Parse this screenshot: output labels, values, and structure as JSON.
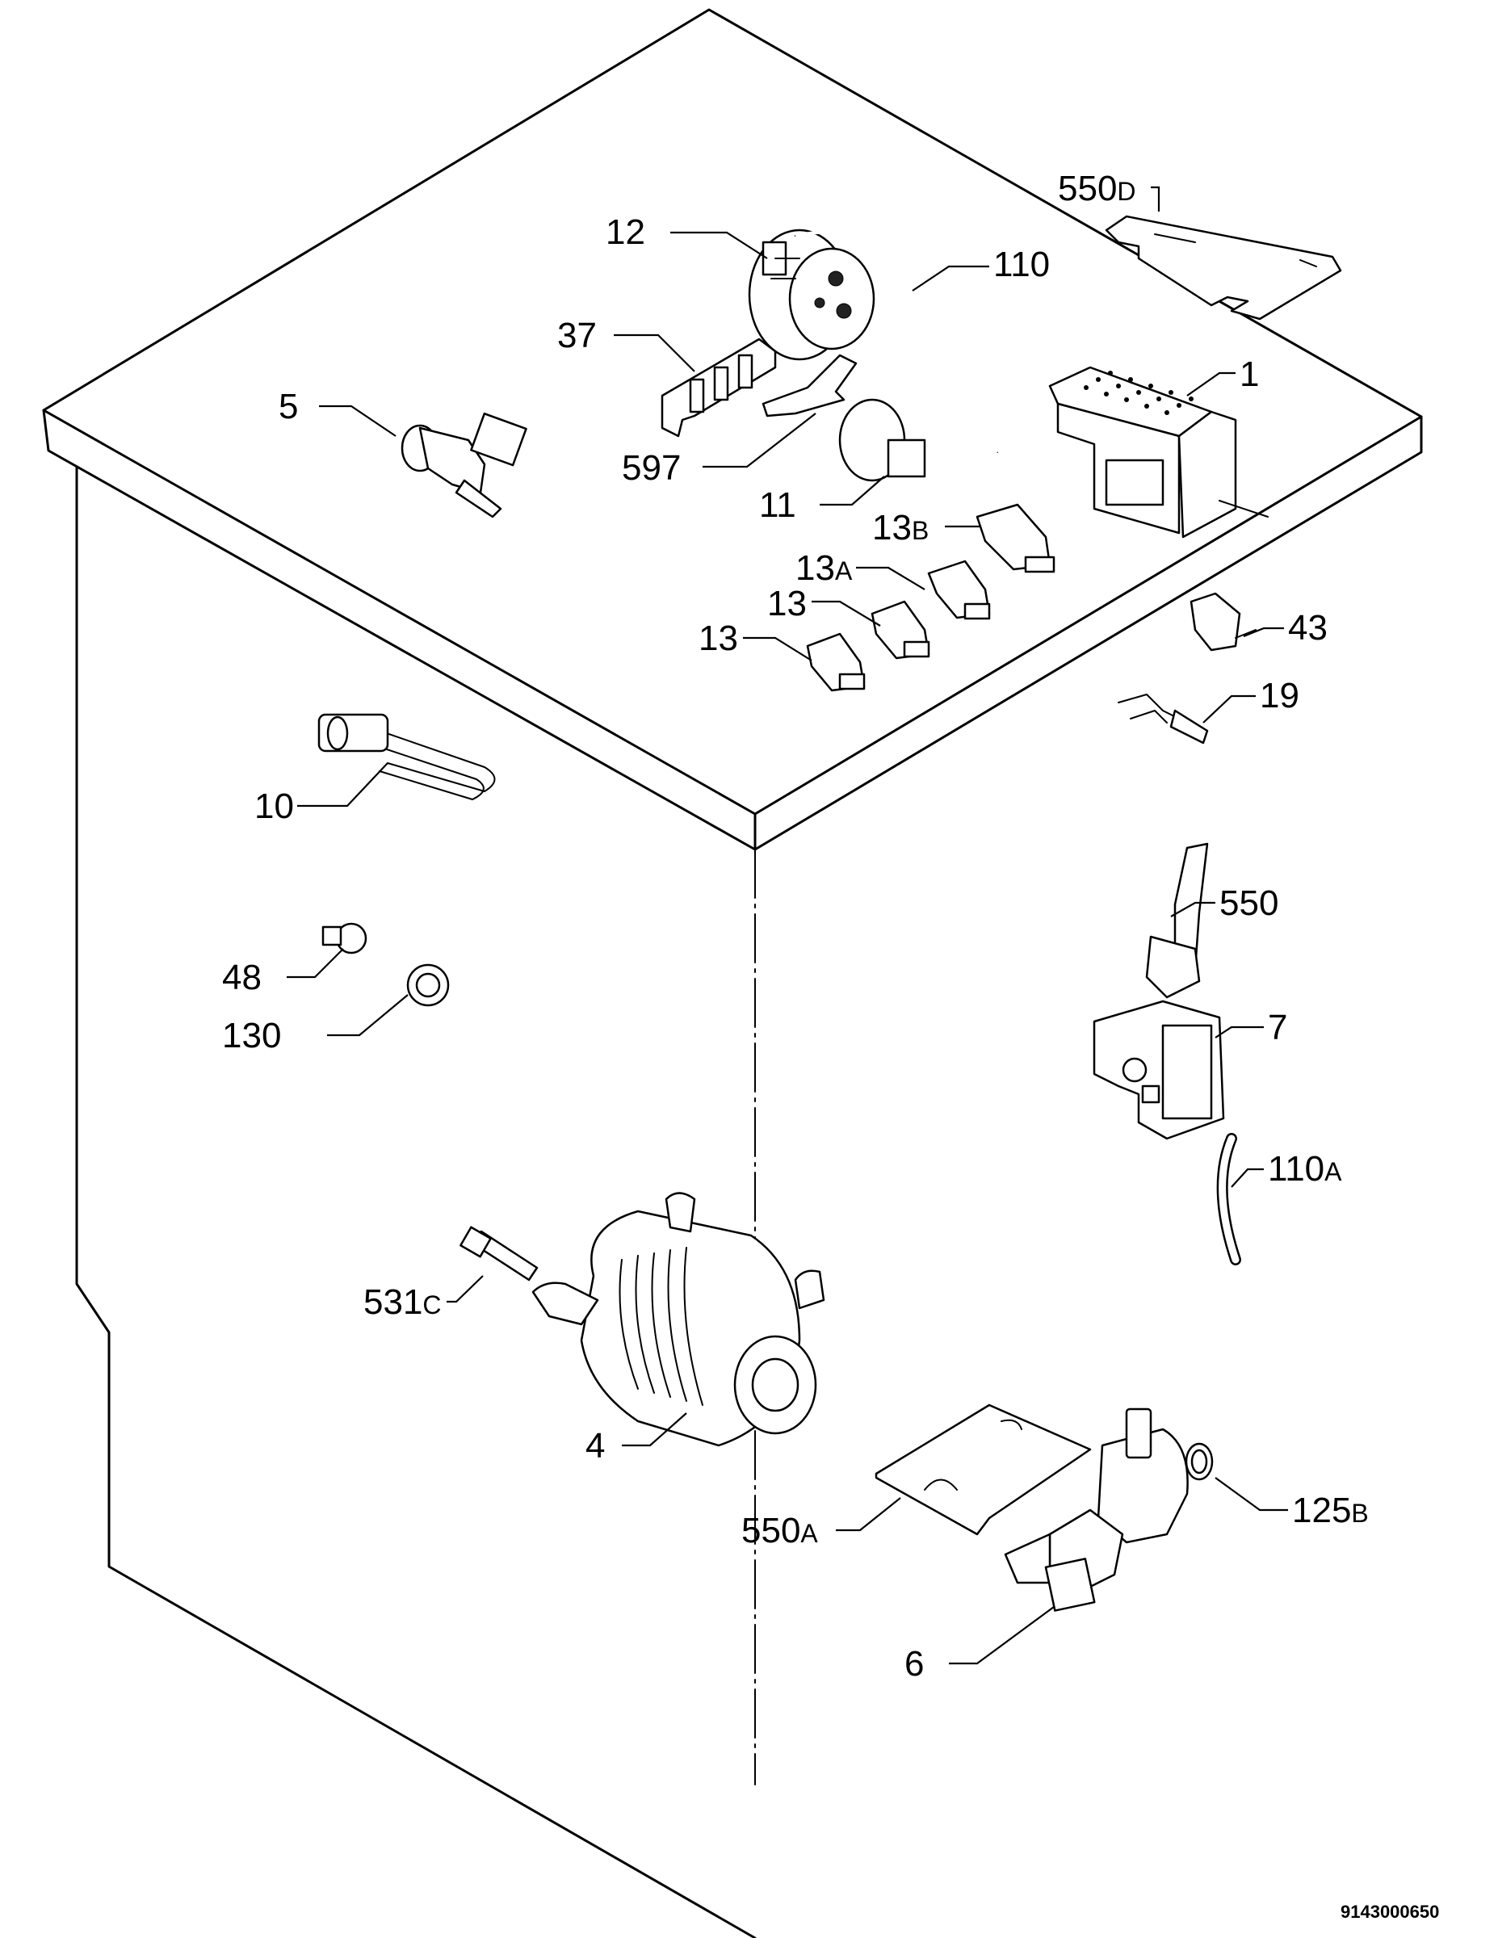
{
  "parts": [
    {
      "key": "550D",
      "num": "550",
      "suffix": "D"
    },
    {
      "key": "12",
      "num": "12",
      "suffix": ""
    },
    {
      "key": "110",
      "num": "110",
      "suffix": ""
    },
    {
      "key": "37",
      "num": "37",
      "suffix": ""
    },
    {
      "key": "1",
      "num": "1",
      "suffix": ""
    },
    {
      "key": "5",
      "num": "5",
      "suffix": ""
    },
    {
      "key": "597",
      "num": "597",
      "suffix": ""
    },
    {
      "key": "11",
      "num": "11",
      "suffix": ""
    },
    {
      "key": "13B",
      "num": "13",
      "suffix": "B"
    },
    {
      "key": "13A",
      "num": "13",
      "suffix": "A"
    },
    {
      "key": "13a",
      "num": "13",
      "suffix": ""
    },
    {
      "key": "13b",
      "num": "13",
      "suffix": ""
    },
    {
      "key": "43",
      "num": "43",
      "suffix": ""
    },
    {
      "key": "19",
      "num": "19",
      "suffix": ""
    },
    {
      "key": "10",
      "num": "10",
      "suffix": ""
    },
    {
      "key": "550",
      "num": "550",
      "suffix": ""
    },
    {
      "key": "48",
      "num": "48",
      "suffix": ""
    },
    {
      "key": "7",
      "num": "7",
      "suffix": ""
    },
    {
      "key": "130",
      "num": "130",
      "suffix": ""
    },
    {
      "key": "110A",
      "num": "110",
      "suffix": "A"
    },
    {
      "key": "531C",
      "num": "531",
      "suffix": "C"
    },
    {
      "key": "4",
      "num": "4",
      "suffix": ""
    },
    {
      "key": "550A",
      "num": "550",
      "suffix": "A"
    },
    {
      "key": "125B",
      "num": "125",
      "suffix": "B"
    },
    {
      "key": "6",
      "num": "6",
      "suffix": ""
    }
  ],
  "drawing_code": "9143000650"
}
